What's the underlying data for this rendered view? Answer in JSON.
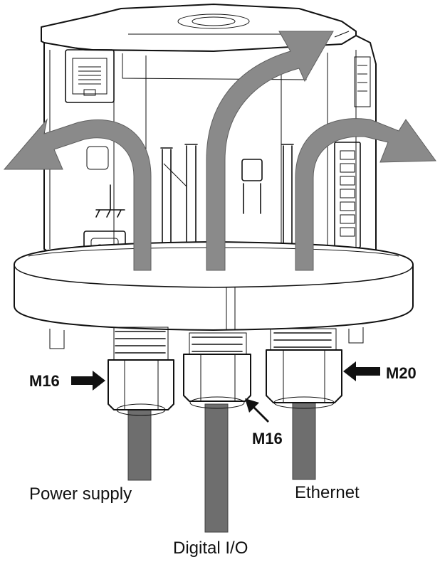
{
  "callouts": {
    "left_gland": "M16",
    "center_gland": "M16",
    "right_gland": "M20"
  },
  "cables": {
    "power_supply": "Power supply",
    "digital_io": "Digital I/O",
    "ethernet": "Ethernet"
  },
  "colors": {
    "arrow_gray": "#8a8a8a",
    "cable_gray": "#6e6e6e",
    "line_black": "#111111"
  }
}
